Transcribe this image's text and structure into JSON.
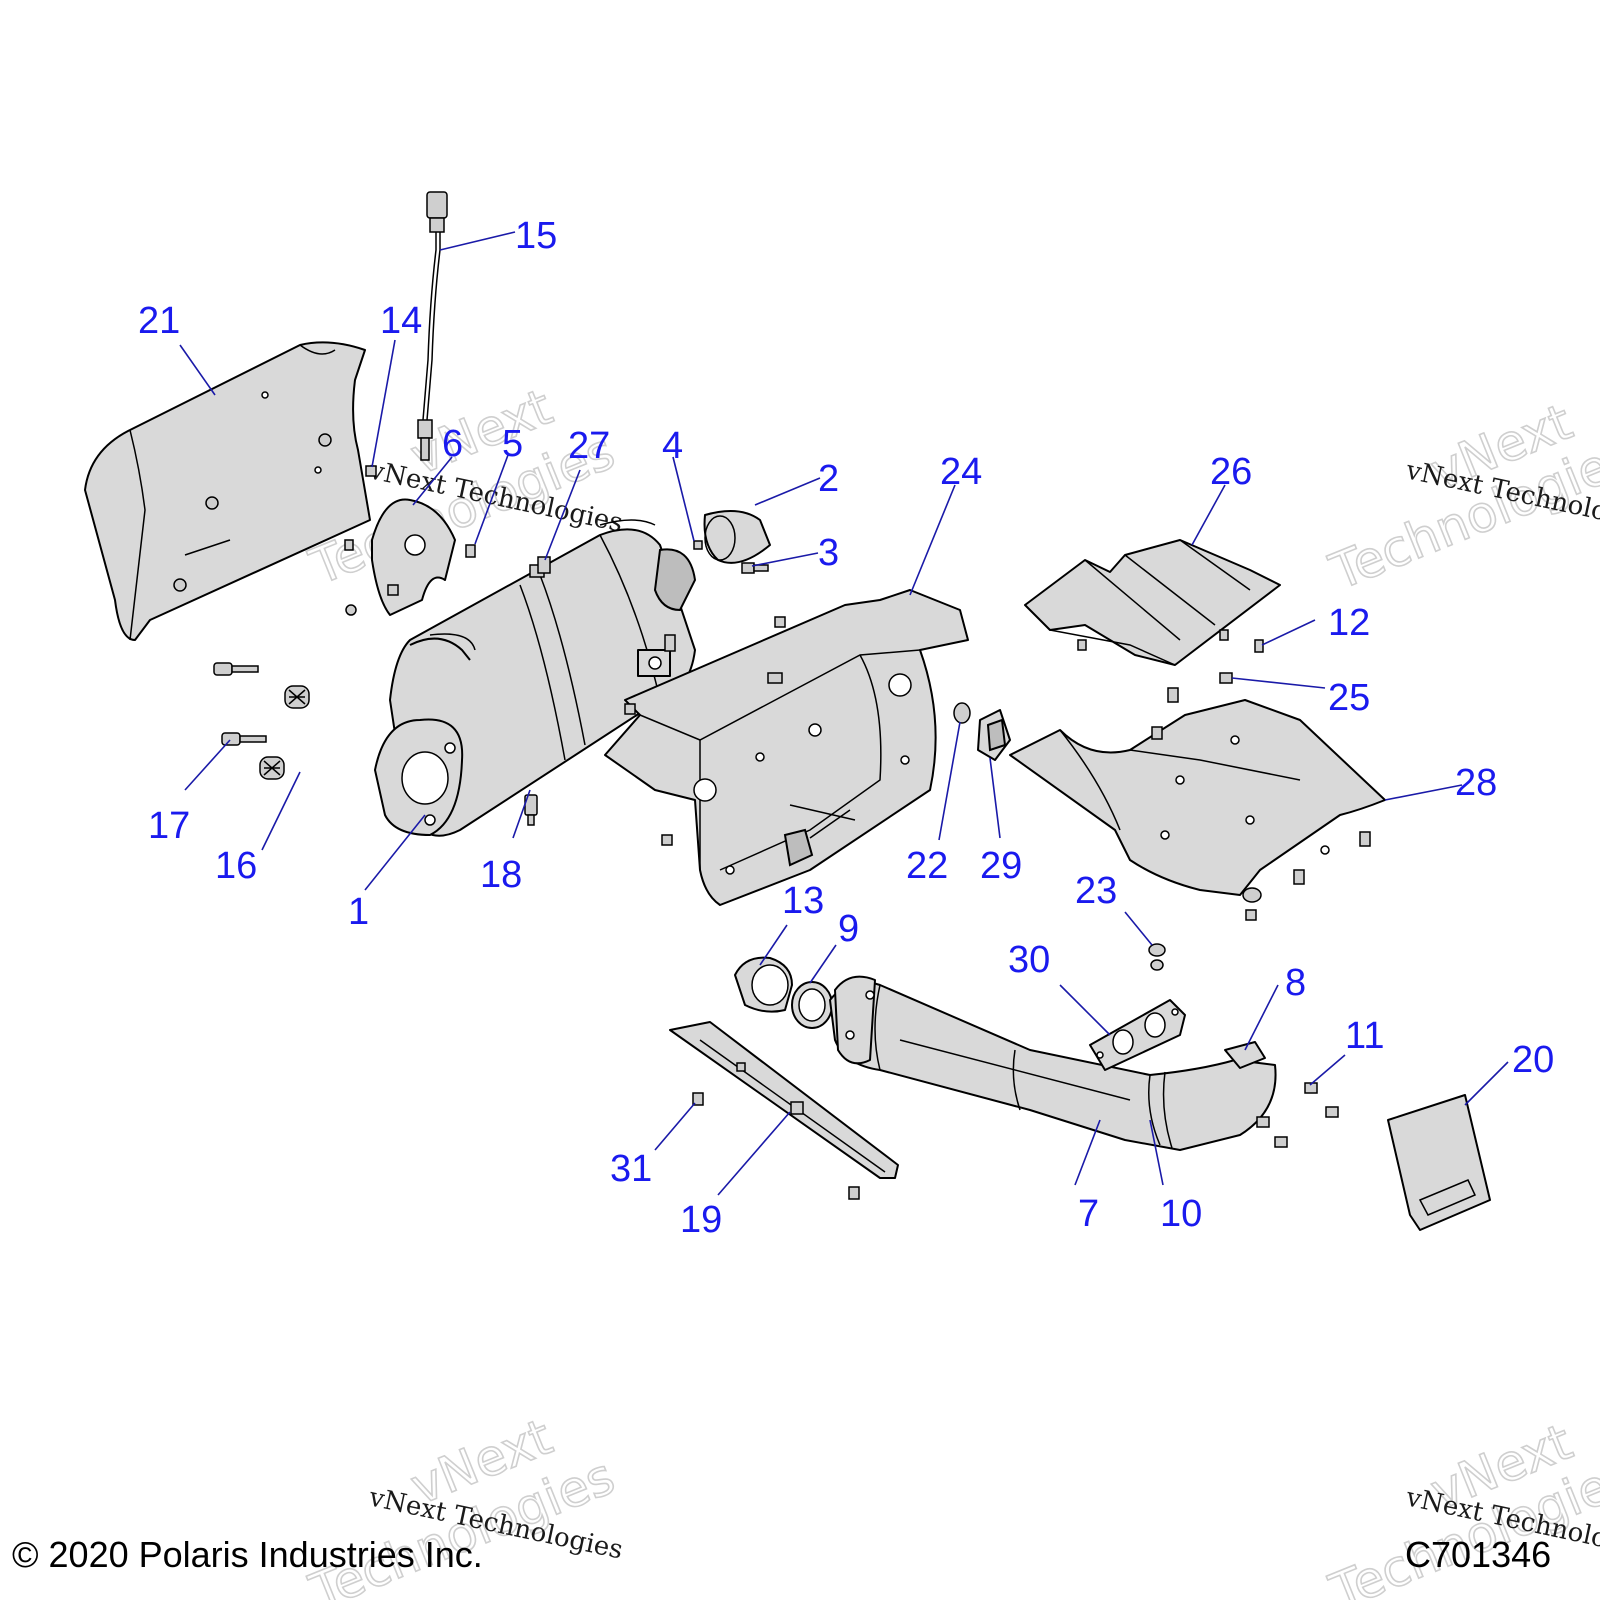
{
  "diagram": {
    "callouts": [
      "1",
      "2",
      "3",
      "4",
      "5",
      "6",
      "7",
      "8",
      "9",
      "10",
      "11",
      "12",
      "13",
      "14",
      "15",
      "16",
      "17",
      "18",
      "19",
      "20",
      "21",
      "22",
      "23",
      "24",
      "25",
      "26",
      "27",
      "28",
      "29",
      "30",
      "31"
    ],
    "watermark": {
      "line1": "vNext",
      "line2": "Technologies",
      "caption": "vNext Technologies"
    }
  },
  "footer": {
    "copyright": "© 2020 Polaris Industries Inc.",
    "drawing_id": "C701346"
  },
  "colors": {
    "callout": "#1a1aee",
    "part_fill": "#d9d9d9",
    "line": "#000000"
  }
}
